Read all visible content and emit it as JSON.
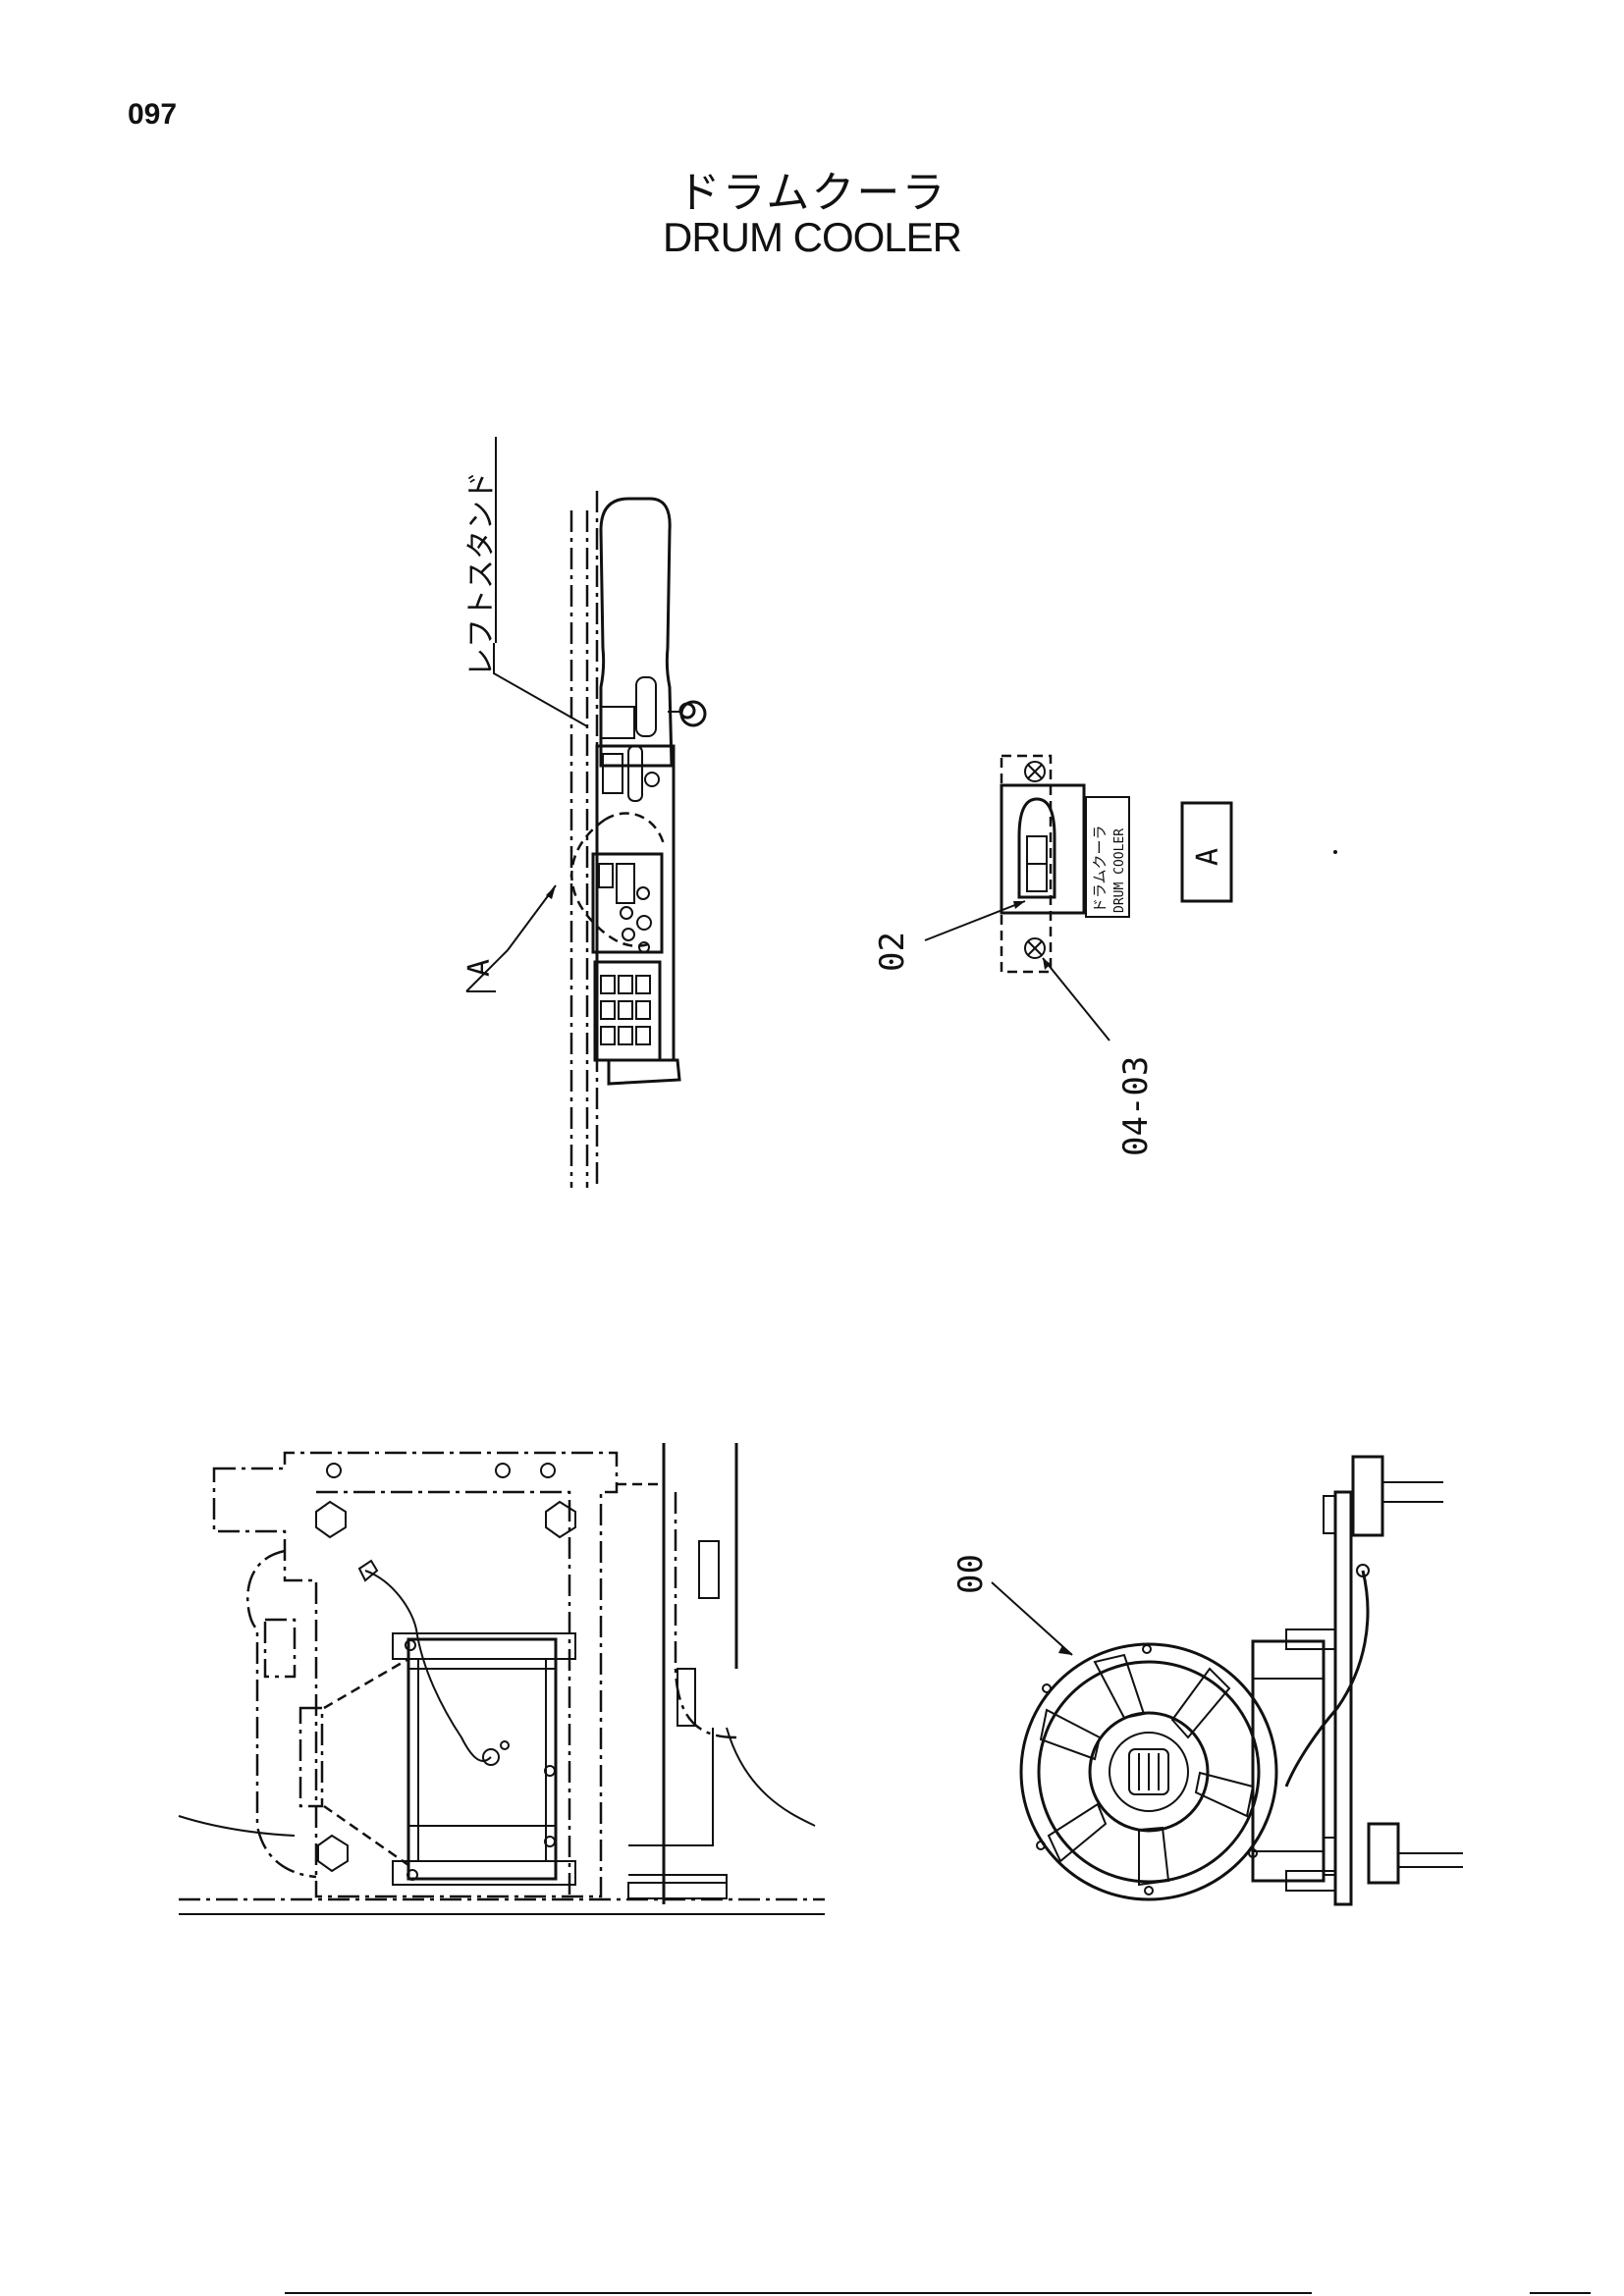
{
  "page": {
    "number": "097"
  },
  "title": {
    "japanese": "ドラムクーラ",
    "english": "DRUM COOLER"
  },
  "top_view": {
    "stand_label": "レフトスタンド",
    "detail_callout": "A"
  },
  "detail_a": {
    "view_label": "A",
    "switch_label_jp": "ドラムクーラ",
    "switch_label_en": "DRUM COOLER",
    "part_switch": "02",
    "part_screw": "04-03"
  },
  "side_view": {
    "part_cooler": "00"
  }
}
